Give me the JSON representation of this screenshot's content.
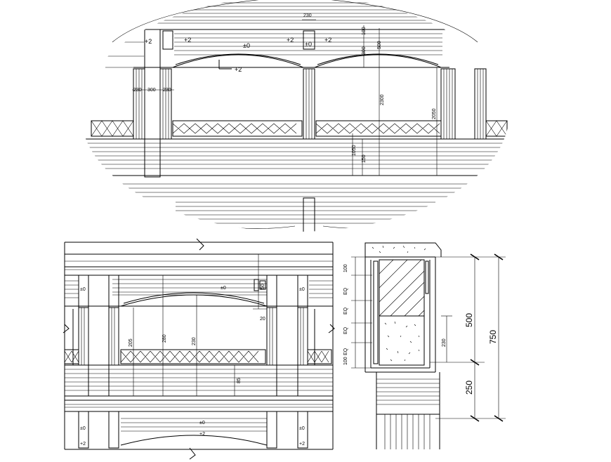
{
  "top_elevation": {
    "labels": {
      "level_left": "+2",
      "level_mid_left": "+2",
      "level_center": "±0",
      "level_mid_right": "+2",
      "level_right_zero": "±0",
      "level_right": "+2",
      "arch_level": "+2",
      "dim_top_width": "230",
      "dim_100": "100",
      "dim_300": "300",
      "dim_500": "500",
      "dim_post_a": "230",
      "dim_post_b": "300",
      "dim_post_c": "230",
      "dim_2300": "2300",
      "dim_2050": "2050",
      "dim_1050": "1050",
      "dim_150": "150"
    }
  },
  "bottom_elevation": {
    "labels": {
      "zero_left": "±0",
      "zero_center": "±0",
      "zero_right": "±0",
      "dim_280": "280",
      "dim_230": "230",
      "dim_205": "205",
      "dim_85": "85",
      "dim_20": "20",
      "dim_50": "50",
      "bottom_zero_left": "±0",
      "bottom_zero_center": "±0",
      "bottom_zero_right": "±0",
      "bottom_plus_left": "+2",
      "bottom_plus_center": "+2",
      "bottom_plus_right": "+2"
    }
  },
  "section_detail": {
    "labels": {
      "dim_100_top": "100",
      "eq_1": "EQ",
      "eq_2": "EQ",
      "eq_3": "EQ",
      "eq_4": "EQ",
      "dim_100_bottom": "100",
      "dim_500": "500",
      "dim_750": "750",
      "dim_250": "250",
      "dim_230": "230"
    }
  }
}
